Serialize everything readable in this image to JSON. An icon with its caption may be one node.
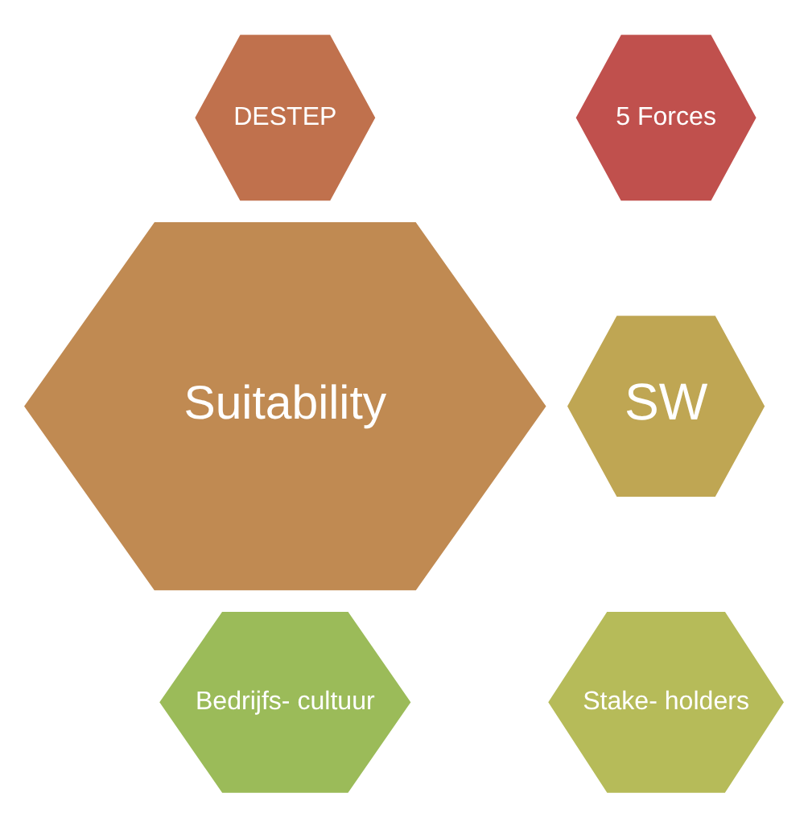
{
  "diagram": {
    "nodes": [
      {
        "text": [
          "DESTEP"
        ]
      },
      {
        "text": [
          "5 Forces"
        ]
      },
      {
        "text": [
          "Suitability"
        ]
      },
      {
        "text": [
          "SW"
        ]
      },
      {
        "text": [
          "Bedrijfs- cultuur"
        ]
      },
      {
        "text": [
          "Stake- holders"
        ]
      }
    ]
  }
}
